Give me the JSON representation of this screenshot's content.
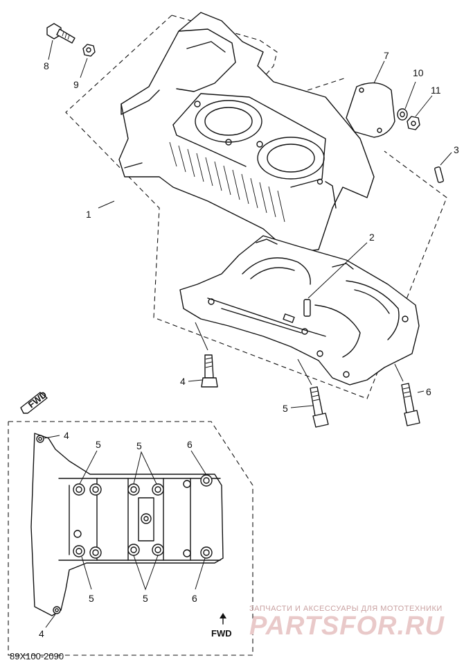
{
  "callouts": {
    "c1": "1",
    "c2": "2",
    "c3": "3",
    "c4": "4",
    "c5": "5",
    "c6": "6",
    "c7": "7",
    "c8": "8",
    "c9": "9",
    "c10": "10",
    "c11": "11"
  },
  "inset": {
    "c4_top": "4",
    "c4_bottom": "4",
    "c5_left_top": "5",
    "c5_mid_top": "5",
    "c5_left_bottom": "5",
    "c5_mid_bottom": "5",
    "c6_top": "6",
    "c6_bottom": "6",
    "fwd_label": "FWD"
  },
  "fwd_tag": "FWD",
  "diagram_code": "89X100-2090",
  "watermark": {
    "line1": "ЗАПЧАСТИ И АКСЕССУАРЫ ДЛЯ МОТОТЕХНИКИ",
    "line2": "PARTSFOR.RU"
  }
}
